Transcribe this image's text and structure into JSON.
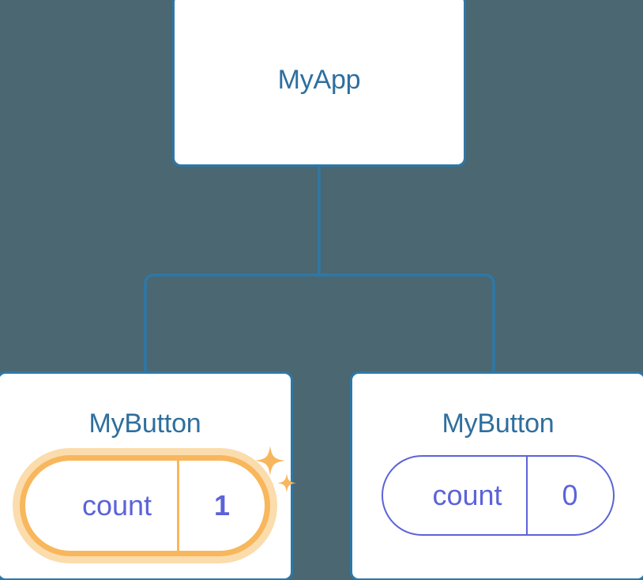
{
  "theme": {
    "background": "#4B6771",
    "card_background": "#FFFFFF",
    "card_border": "#2E78A8",
    "title_text": "#2E6F9E",
    "edge_color": "#2E78A8",
    "pill_border": "#5C63D8",
    "pill_text": "#5C63D8",
    "highlight_border": "#F8B75C",
    "highlight_glow": "#FBDCAD",
    "sparkle_color": "#F8B75C"
  },
  "tree": {
    "root": {
      "title": "MyApp"
    },
    "children": [
      {
        "title": "MyButton",
        "state": {
          "key": "count",
          "value": "1"
        },
        "highlighted": true,
        "sparkle_icons": [
          "sparkle-large-icon",
          "sparkle-small-icon"
        ]
      },
      {
        "title": "MyButton",
        "state": {
          "key": "count",
          "value": "0"
        },
        "highlighted": false,
        "sparkle_icons": []
      }
    ]
  }
}
